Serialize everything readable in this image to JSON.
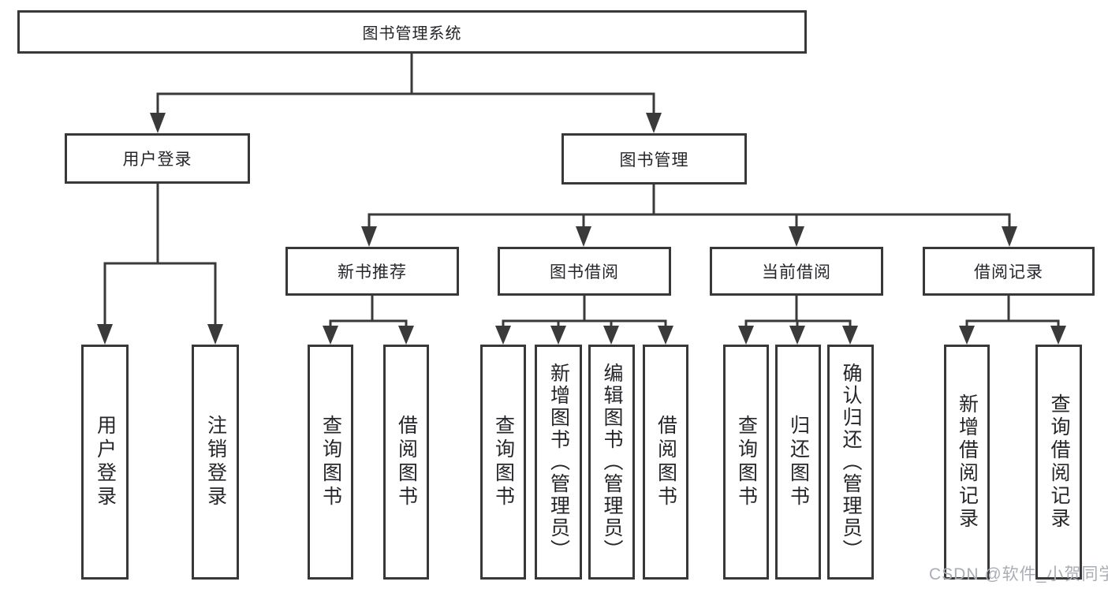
{
  "diagram": {
    "title": "图书管理系统",
    "level2": [
      {
        "label": "用户登录"
      },
      {
        "label": "图书管理"
      }
    ],
    "level3": [
      {
        "label": "新书推荐"
      },
      {
        "label": "图书借阅"
      },
      {
        "label": "当前借阅"
      },
      {
        "label": "借阅记录"
      }
    ],
    "leaves": [
      {
        "label": "用户登录"
      },
      {
        "label": "注销登录"
      },
      {
        "label": "查询图书"
      },
      {
        "label": "借阅图书"
      },
      {
        "label": "查询图书"
      },
      {
        "label": "新增图书（管理员）"
      },
      {
        "label": "编辑图书（管理员）"
      },
      {
        "label": "借阅图书"
      },
      {
        "label": "查询图书"
      },
      {
        "label": "归还图书"
      },
      {
        "label": "确认归还（管理员）"
      },
      {
        "label": "新增借阅记录"
      },
      {
        "label": "查询借阅记录"
      }
    ],
    "watermark": "CSDN @软件_小贺同学",
    "colors": {
      "line": "#3a3a3a",
      "border": "#383838",
      "text": "#26262a",
      "watermark": "#a9adb4",
      "background": "#ffffff"
    }
  }
}
